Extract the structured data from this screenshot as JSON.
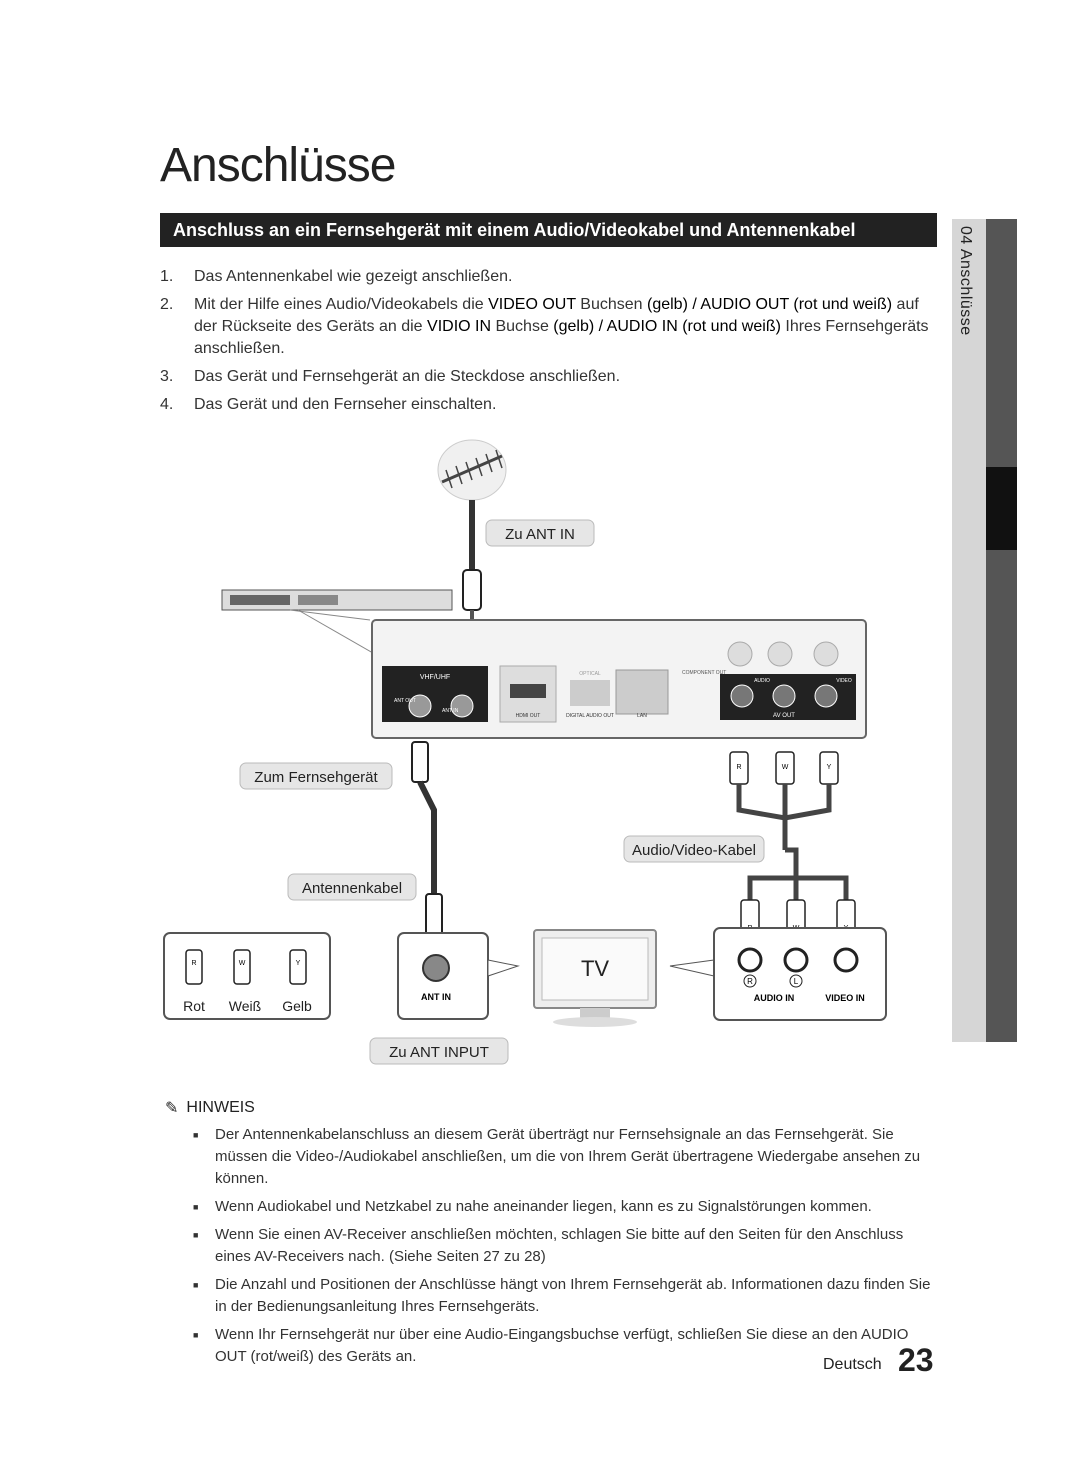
{
  "page": {
    "title": "Anschlüsse",
    "section_heading": "Anschluss an ein Fernsehgerät mit einem Audio/Videokabel und Antennenkabel",
    "side_tab": "04 Anschlüsse"
  },
  "steps": [
    {
      "num": "1.",
      "text": "Das Antennenkabel wie gezeigt anschließen."
    },
    {
      "num": "2.",
      "text_parts": [
        "Mit der Hilfe eines Audio/Videokabels die ",
        "VIDEO OUT",
        " Buchsen ",
        "(gelb) / AUDIO OUT (rot und weiß)",
        " auf der Rückseite des Geräts an die ",
        "VIDIO IN",
        " Buchse ",
        "(gelb) / AUDIO IN (rot und weiß)",
        " Ihres Fernsehgeräts anschließen."
      ]
    },
    {
      "num": "3.",
      "text": "Das Gerät und Fernsehgerät an die Steckdose anschließen."
    },
    {
      "num": "4.",
      "text": "Das Gerät und den Fernseher einschalten."
    }
  ],
  "diagram": {
    "label_ant_in": "Zu ANT IN",
    "label_tv": "Zum Fernsehgerät",
    "label_av_cable": "Audio/Video-Kabel",
    "label_antenna_cable": "Antennenkabel",
    "label_ant_input": "Zu ANT INPUT",
    "legend": [
      "Rot",
      "Weiß",
      "Gelb"
    ],
    "plug_letters": [
      "R",
      "W",
      "Y"
    ],
    "panel": {
      "vhf_uhf": "VHF/UHF",
      "ant_out": "ANT OUT",
      "ant_in": "ANT IN",
      "hdmi_out": "HDMI OUT",
      "optical": "OPTICAL",
      "digital_audio_out": "DIGITAL AUDIO OUT",
      "lan": "LAN",
      "component_out": "COMPONENT OUT",
      "audio": "AUDIO",
      "video": "VIDEO",
      "av_out": "AV OUT"
    },
    "tv_text": "TV",
    "tv_ant_in": "ANT IN",
    "tv_audio_in": "AUDIO IN",
    "tv_video_in": "VIDEO IN",
    "tv_r": "R",
    "tv_l": "L"
  },
  "note": {
    "title": "HINWEIS",
    "items": [
      "Der Antennenkabelanschluss an diesem Gerät überträgt nur Fernsehsignale an das Fernsehgerät. Sie müssen die Video-/Audiokabel anschließen, um die von Ihrem Gerät übertragene Wiedergabe ansehen zu können.",
      "Wenn Audiokabel und Netzkabel zu nahe aneinander liegen, kann es zu Signalstörungen kommen.",
      "Wenn Sie einen AV-Receiver anschließen möchten, schlagen Sie bitte auf den Seiten für den Anschluss eines AV-Receivers nach. (Siehe Seiten 27 zu 28)",
      "Die Anzahl und Positionen der Anschlüsse hängt von Ihrem Fernsehgerät ab. Informationen dazu finden Sie in der Bedienungsanleitung Ihres Fernsehgeräts.",
      "Wenn Ihr Fernsehgerät nur über eine Audio-Eingangsbuchse verfügt, schließen Sie diese an den AUDIO OUT (rot/weiß) des Geräts an."
    ]
  },
  "footer": {
    "language": "Deutsch",
    "page_number": "23"
  }
}
